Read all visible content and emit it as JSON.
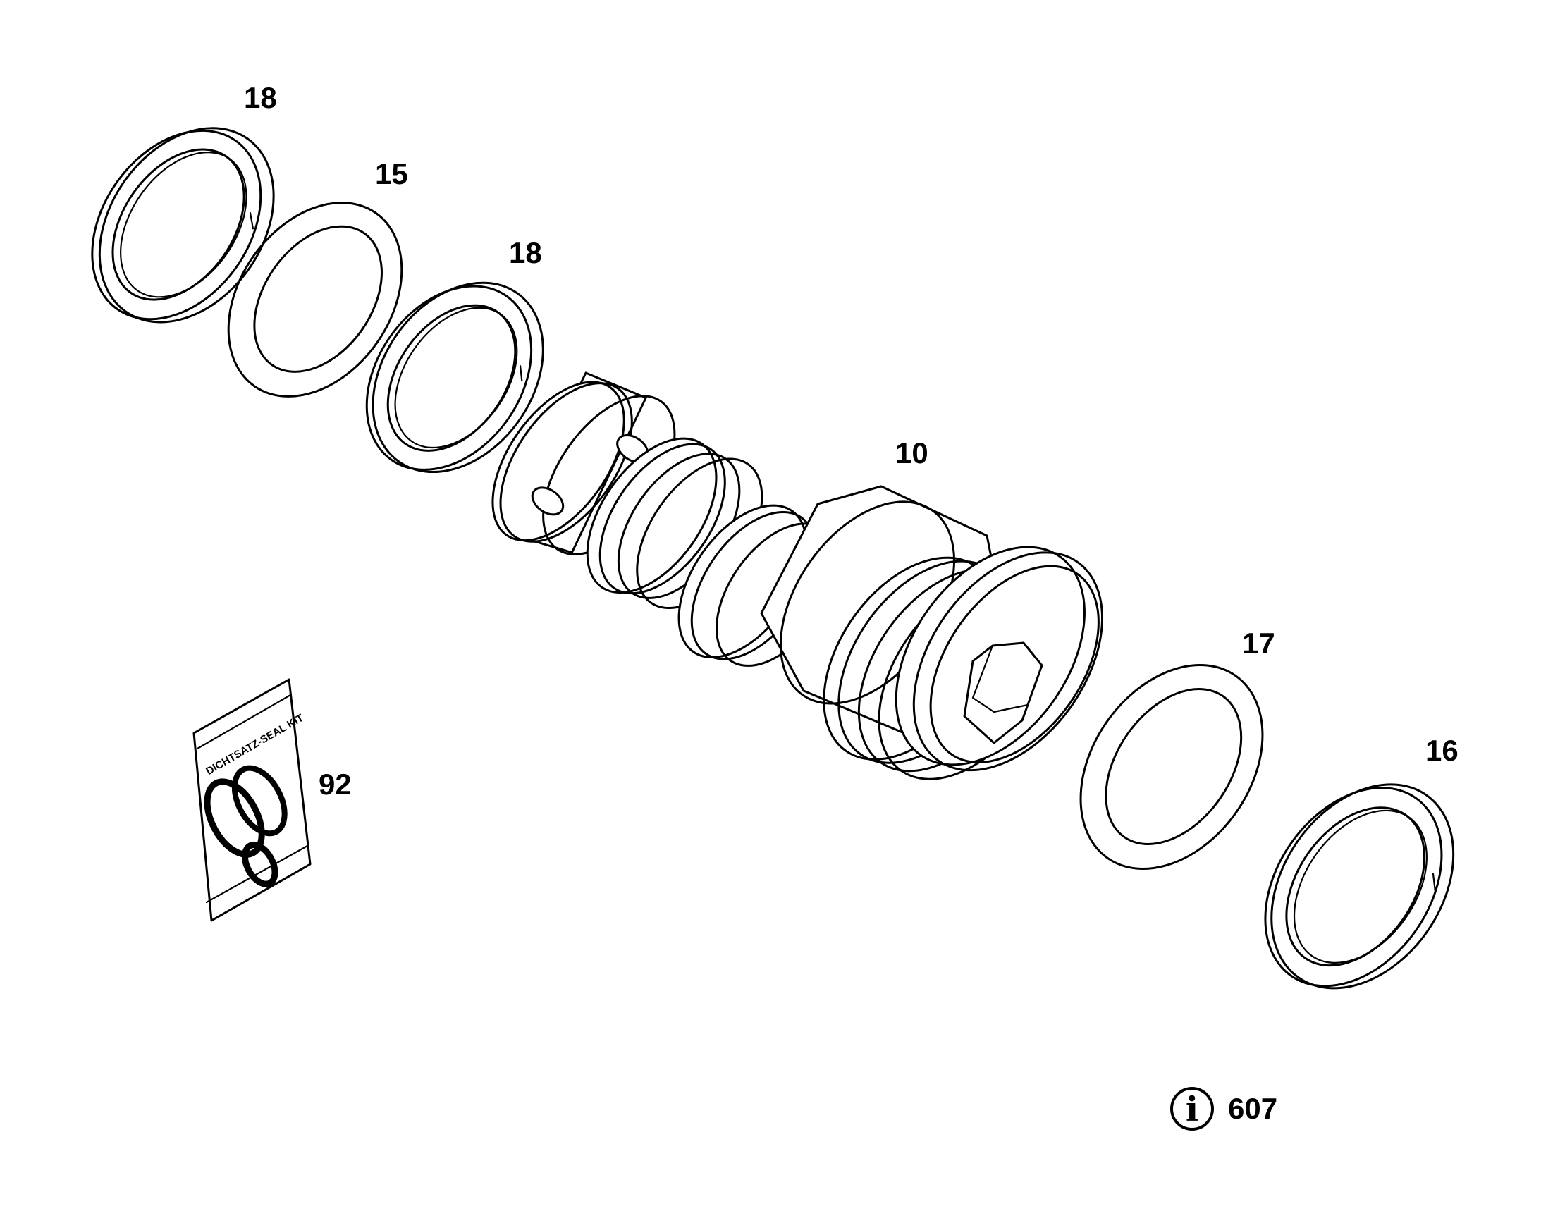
{
  "callouts": {
    "ring_top_left": "18",
    "ring_second": "15",
    "ring_third": "18",
    "valve_body": "10",
    "ring_right_upper": "17",
    "ring_right_lower": "16",
    "seal_kit": "92"
  },
  "seal_kit_bag_label": "DICHTSATZ-SEAL KIT",
  "info": {
    "icon": "info-icon",
    "glyph": "i",
    "value": "607"
  }
}
